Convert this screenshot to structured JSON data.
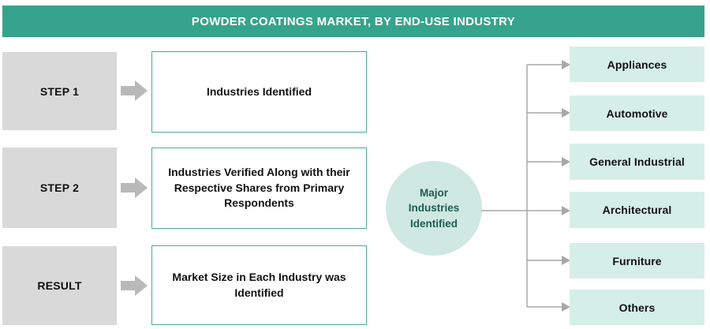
{
  "header": {
    "title": "POWDER COATINGS MARKET, BY END-USE INDUSTRY"
  },
  "steps": [
    {
      "label": "STEP 1",
      "description": "Industries Identified"
    },
    {
      "label": "STEP 2",
      "description": "Industries Verified Along with their Respective Shares from Primary Respondents"
    },
    {
      "label": "RESULT",
      "description": "Market Size in Each Industry was Identified"
    }
  ],
  "hub": {
    "label": "Major Industries Identified"
  },
  "industries": [
    "Appliances",
    "Automotive",
    "General Industrial",
    "Architectural",
    "Furniture",
    "Others"
  ],
  "colors": {
    "banner_teal": "#36a38c",
    "step_gray": "#d9d9d9",
    "desc_border_teal": "#49ab97",
    "hub_fill": "#cfe9e2",
    "hub_text": "#1d5c51",
    "industry_fill": "#d6eee8",
    "connector_gray": "#a8a8a8",
    "block_arrow_gray": "#b9b9b9"
  }
}
